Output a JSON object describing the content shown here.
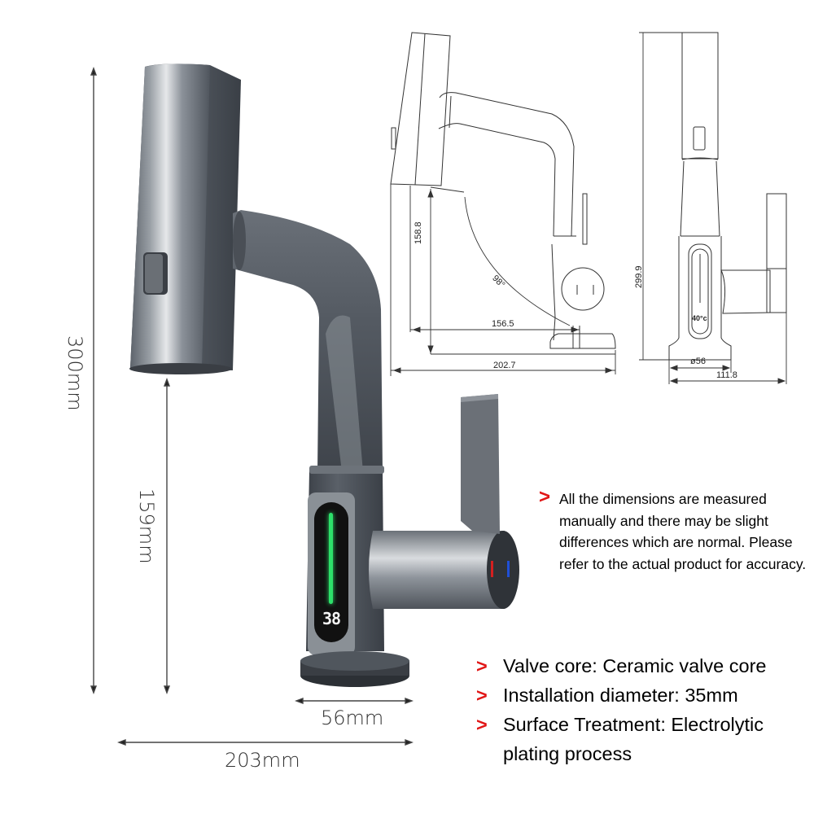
{
  "product_photo": {
    "description": "Gunmetal grey pull-out basin faucet with digital temperature display",
    "display_temperature": "38",
    "temperature_bar_color": "#2de06a",
    "handle_markers": {
      "hot": "#d42020",
      "cold": "#1f4fd6"
    }
  },
  "photo_dimensions": {
    "total_height": "300mm",
    "spout_height": "159mm",
    "base_diameter": "56mm",
    "total_reach": "203mm"
  },
  "cad_side_view": {
    "spout_clearance": "158.8",
    "rotation_angle": "98°",
    "spout_reach": "156.5",
    "overall_length": "202.7"
  },
  "cad_front_view": {
    "overall_height": "299.9",
    "base_diameter": "ø56",
    "overall_width": "111.8",
    "display_reading": "40°c"
  },
  "disclaimer": {
    "bullet_icon": "chevron-right",
    "text": "All the dimensions are measured manually and there may be slight differences which are normal. Please refer to the actual product for accuracy."
  },
  "specs": [
    {
      "bullet_icon": "chevron-right",
      "text": "Valve core: Ceramic valve core"
    },
    {
      "bullet_icon": "chevron-right",
      "text": "Installation diameter: 35mm"
    },
    {
      "bullet_icon": "chevron-right",
      "text": "Surface Treatment: Electrolytic plating process"
    }
  ],
  "colors": {
    "accent_red": "#e11616",
    "faucet_body": "#4a5058",
    "line_drawing": "#333333"
  }
}
